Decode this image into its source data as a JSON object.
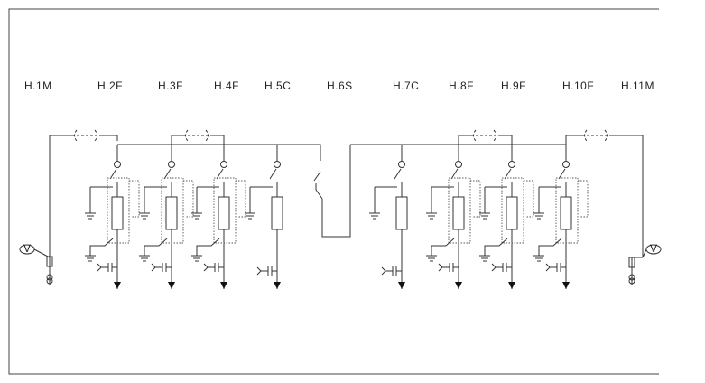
{
  "diagram": {
    "panels": [
      {
        "id": "H1",
        "label": "H.1M",
        "kind": "meter"
      },
      {
        "id": "H2",
        "label": "H.2F",
        "kind": "feeder"
      },
      {
        "id": "H3",
        "label": "H.3F",
        "kind": "feeder"
      },
      {
        "id": "H4",
        "label": "H.4F",
        "kind": "feeder"
      },
      {
        "id": "H5",
        "label": "H.5C",
        "kind": "coupler"
      },
      {
        "id": "H6",
        "label": "H.6S",
        "kind": "sectionalizer"
      },
      {
        "id": "H7",
        "label": "H.7C",
        "kind": "coupler"
      },
      {
        "id": "H8",
        "label": "H.8F",
        "kind": "feeder"
      },
      {
        "id": "H9",
        "label": "H.9F",
        "kind": "feeder"
      },
      {
        "id": "H10",
        "label": "H.10F",
        "kind": "feeder"
      },
      {
        "id": "H11",
        "label": "H.11M",
        "kind": "meter"
      }
    ],
    "meter_symbol": "V"
  }
}
